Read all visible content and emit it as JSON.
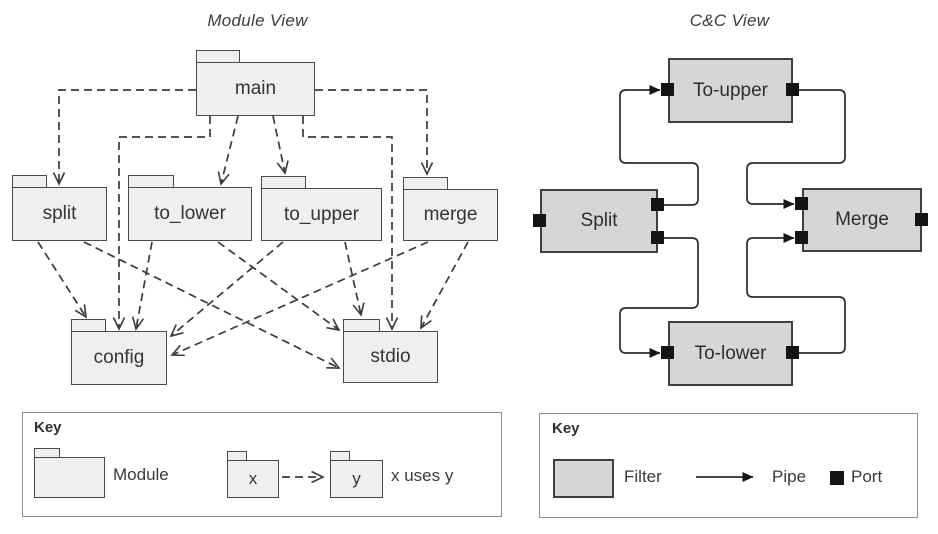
{
  "module_view": {
    "title": "Module View",
    "nodes": {
      "main": "main",
      "split": "split",
      "to_lower": "to_lower",
      "to_upper": "to_upper",
      "merge": "merge",
      "config": "config",
      "stdio": "stdio"
    },
    "relations": [
      "main uses split",
      "main uses to_lower",
      "main uses to_upper",
      "main uses merge",
      "main uses config",
      "main uses stdio",
      "split uses config",
      "split uses stdio",
      "to_lower uses config",
      "to_lower uses stdio",
      "to_upper uses config",
      "to_upper uses stdio",
      "merge uses config",
      "merge uses stdio"
    ],
    "key": {
      "title": "Key",
      "module": "Module",
      "x": "x",
      "y": "y",
      "uses": "x uses y"
    }
  },
  "cc_view": {
    "title": "C&C View",
    "nodes": {
      "to_upper": "To-upper",
      "split": "Split",
      "merge": "Merge",
      "to_lower": "To-lower"
    },
    "pipes": [
      "Split to To-upper",
      "Split to To-lower",
      "To-upper to Merge",
      "To-lower to Merge"
    ],
    "key": {
      "title": "Key",
      "filter": "Filter",
      "pipe": "Pipe",
      "port": "Port"
    }
  },
  "colors": {
    "module_fill": "#eef0f0",
    "filter_fill": "#d4d6d8",
    "line": "#3a3a3a",
    "port": "#141414",
    "key_border": "#8d8d8d"
  }
}
